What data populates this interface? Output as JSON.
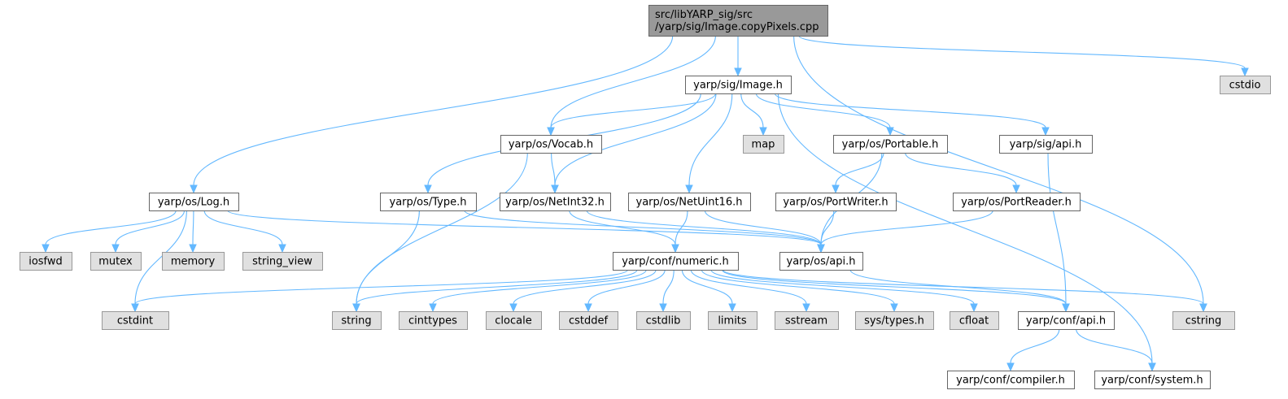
{
  "nodes": [
    {
      "id": "root",
      "lines": [
        "src/libYARP_sig/src",
        "/yarp/sig/Image.copyPixels.cpp"
      ],
      "kind": "root"
    },
    {
      "id": "image_h",
      "lines": [
        "yarp/sig/Image.h"
      ],
      "kind": "file"
    },
    {
      "id": "cstdio",
      "lines": [
        "cstdio"
      ],
      "kind": "sys"
    },
    {
      "id": "vocab_h",
      "lines": [
        "yarp/os/Vocab.h"
      ],
      "kind": "file"
    },
    {
      "id": "map",
      "lines": [
        "map"
      ],
      "kind": "sys"
    },
    {
      "id": "portable_h",
      "lines": [
        "yarp/os/Portable.h"
      ],
      "kind": "file"
    },
    {
      "id": "sigapi_h",
      "lines": [
        "yarp/sig/api.h"
      ],
      "kind": "file"
    },
    {
      "id": "log_h",
      "lines": [
        "yarp/os/Log.h"
      ],
      "kind": "file"
    },
    {
      "id": "type_h",
      "lines": [
        "yarp/os/Type.h"
      ],
      "kind": "file"
    },
    {
      "id": "netint32_h",
      "lines": [
        "yarp/os/NetInt32.h"
      ],
      "kind": "file"
    },
    {
      "id": "netuint16_h",
      "lines": [
        "yarp/os/NetUint16.h"
      ],
      "kind": "file"
    },
    {
      "id": "portwriter_h",
      "lines": [
        "yarp/os/PortWriter.h"
      ],
      "kind": "file"
    },
    {
      "id": "portreader_h",
      "lines": [
        "yarp/os/PortReader.h"
      ],
      "kind": "file"
    },
    {
      "id": "iosfwd",
      "lines": [
        "iosfwd"
      ],
      "kind": "sys"
    },
    {
      "id": "mutex",
      "lines": [
        "mutex"
      ],
      "kind": "sys"
    },
    {
      "id": "memory",
      "lines": [
        "memory"
      ],
      "kind": "sys"
    },
    {
      "id": "string_view",
      "lines": [
        "string_view"
      ],
      "kind": "sys"
    },
    {
      "id": "numeric_h",
      "lines": [
        "yarp/conf/numeric.h"
      ],
      "kind": "file"
    },
    {
      "id": "osapi_h",
      "lines": [
        "yarp/os/api.h"
      ],
      "kind": "file"
    },
    {
      "id": "cstdint",
      "lines": [
        "cstdint"
      ],
      "kind": "sys"
    },
    {
      "id": "string",
      "lines": [
        "string"
      ],
      "kind": "sys"
    },
    {
      "id": "cinttypes",
      "lines": [
        "cinttypes"
      ],
      "kind": "sys"
    },
    {
      "id": "clocale",
      "lines": [
        "clocale"
      ],
      "kind": "sys"
    },
    {
      "id": "cstddef",
      "lines": [
        "cstddef"
      ],
      "kind": "sys"
    },
    {
      "id": "cstdlib",
      "lines": [
        "cstdlib"
      ],
      "kind": "sys"
    },
    {
      "id": "limits",
      "lines": [
        "limits"
      ],
      "kind": "sys"
    },
    {
      "id": "sstream",
      "lines": [
        "sstream"
      ],
      "kind": "sys"
    },
    {
      "id": "systypes_h",
      "lines": [
        "sys/types.h"
      ],
      "kind": "sys"
    },
    {
      "id": "cfloat",
      "lines": [
        "cfloat"
      ],
      "kind": "sys"
    },
    {
      "id": "confapi_h",
      "lines": [
        "yarp/conf/api.h"
      ],
      "kind": "file"
    },
    {
      "id": "cstring",
      "lines": [
        "cstring"
      ],
      "kind": "sys"
    },
    {
      "id": "compiler_h",
      "lines": [
        "yarp/conf/compiler.h"
      ],
      "kind": "file"
    },
    {
      "id": "system_h",
      "lines": [
        "yarp/conf/system.h"
      ],
      "kind": "file"
    }
  ],
  "edges": [
    [
      "root",
      "image_h"
    ],
    [
      "root",
      "cstdio"
    ],
    [
      "root",
      "vocab_h"
    ],
    [
      "root",
      "log_h"
    ],
    [
      "root",
      "cstring"
    ],
    [
      "image_h",
      "vocab_h"
    ],
    [
      "image_h",
      "type_h"
    ],
    [
      "image_h",
      "netint32_h"
    ],
    [
      "image_h",
      "netuint16_h"
    ],
    [
      "image_h",
      "map"
    ],
    [
      "image_h",
      "portable_h"
    ],
    [
      "image_h",
      "sigapi_h"
    ],
    [
      "image_h",
      "system_h"
    ],
    [
      "vocab_h",
      "string"
    ],
    [
      "vocab_h",
      "netint32_h"
    ],
    [
      "portable_h",
      "portwriter_h"
    ],
    [
      "portable_h",
      "portreader_h"
    ],
    [
      "portable_h",
      "osapi_h"
    ],
    [
      "sigapi_h",
      "confapi_h"
    ],
    [
      "log_h",
      "cstdint"
    ],
    [
      "log_h",
      "iosfwd"
    ],
    [
      "log_h",
      "mutex"
    ],
    [
      "log_h",
      "memory"
    ],
    [
      "log_h",
      "string_view"
    ],
    [
      "log_h",
      "osapi_h"
    ],
    [
      "type_h",
      "string"
    ],
    [
      "type_h",
      "osapi_h"
    ],
    [
      "netint32_h",
      "numeric_h"
    ],
    [
      "netint32_h",
      "osapi_h"
    ],
    [
      "netuint16_h",
      "numeric_h"
    ],
    [
      "netuint16_h",
      "osapi_h"
    ],
    [
      "portwriter_h",
      "osapi_h"
    ],
    [
      "portreader_h",
      "osapi_h"
    ],
    [
      "numeric_h",
      "cstdint"
    ],
    [
      "numeric_h",
      "string"
    ],
    [
      "numeric_h",
      "cinttypes"
    ],
    [
      "numeric_h",
      "clocale"
    ],
    [
      "numeric_h",
      "cstddef"
    ],
    [
      "numeric_h",
      "cstdlib"
    ],
    [
      "numeric_h",
      "limits"
    ],
    [
      "numeric_h",
      "sstream"
    ],
    [
      "numeric_h",
      "systypes_h"
    ],
    [
      "numeric_h",
      "cfloat"
    ],
    [
      "numeric_h",
      "confapi_h"
    ],
    [
      "numeric_h",
      "cstring"
    ],
    [
      "osapi_h",
      "confapi_h"
    ],
    [
      "confapi_h",
      "compiler_h"
    ],
    [
      "confapi_h",
      "system_h"
    ]
  ]
}
